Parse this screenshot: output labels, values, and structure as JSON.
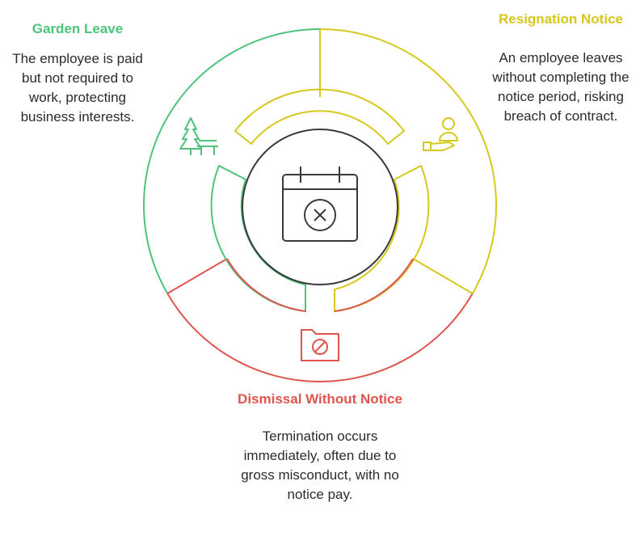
{
  "colors": {
    "garden": "#4cc47c",
    "resignation": "#d6c81e",
    "dismissal": "#e0544e",
    "center": "#3a3a3a",
    "text": "#2b2b2b"
  },
  "segments": {
    "garden": {
      "title": "Garden Leave",
      "description": "The employee is paid but not required to work, protecting business interests.",
      "icon": "tree-bench-icon"
    },
    "resignation": {
      "title": "Resignation Notice",
      "description": "An employee leaves without completing the notice period, risking breach of contract.",
      "icon": "person-hand-icon"
    },
    "dismissal": {
      "title": "Dismissal Without Notice",
      "description": "Termination occurs immediately, often due to gross misconduct, with no notice pay.",
      "icon": "folder-prohibited-icon"
    }
  },
  "center": {
    "icon": "calendar-cancel-icon"
  }
}
